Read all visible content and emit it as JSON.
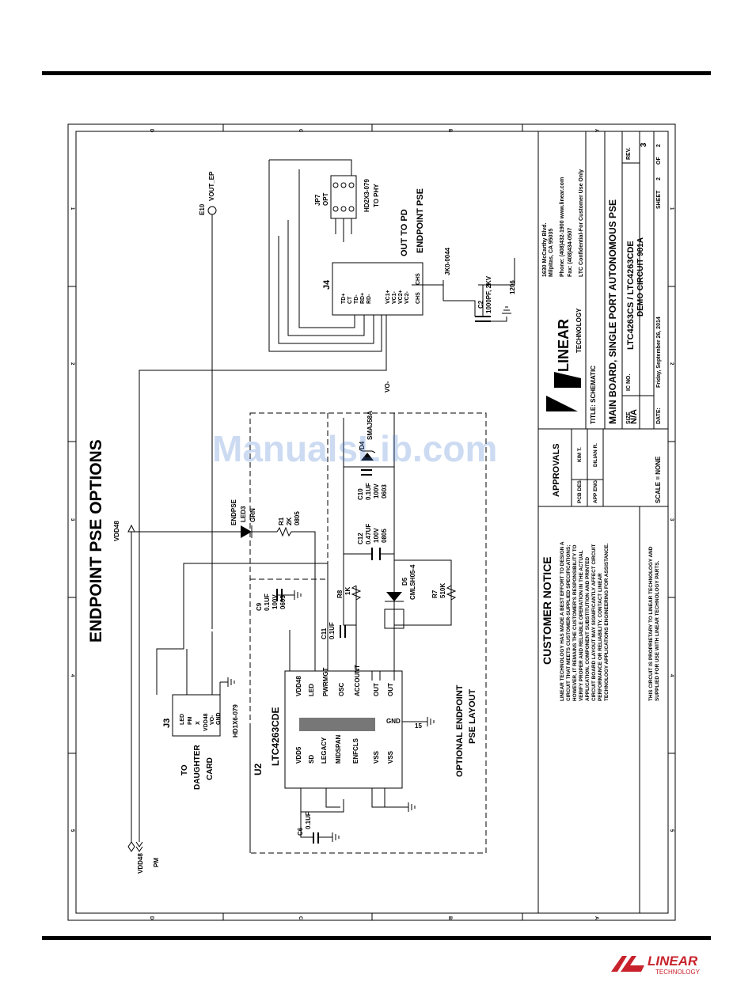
{
  "watermark": "ManualsLib.com",
  "sheet": {
    "title": "ENDPOINT PSE OPTIONS",
    "zone_rows": [
      "D",
      "C",
      "B",
      "A"
    ],
    "zone_cols": [
      "1",
      "2",
      "3",
      "4",
      "5"
    ]
  },
  "parts": {
    "u2_ref": "U2",
    "u2_part": "LTC4263CDE",
    "u2_pins_left": [
      "VDD5",
      "SD",
      "LEGACY",
      "MIDSPAN",
      "ENFCLS",
      "VSS",
      "VSS"
    ],
    "u2_pins_right": [
      "VDD48",
      "LED",
      "PWRMGT",
      "OSC",
      "ACCOUNT",
      "OUT",
      "OUT"
    ],
    "u2_gnd": "GND",
    "u2_pin15": "15",
    "j3_ref": "J3",
    "j3_part": "HD1X6-079",
    "j3_pins": [
      "LED",
      "PM",
      "X",
      "VDD48",
      "VO-",
      "GND"
    ],
    "j4_ref": "J4",
    "j4_part": "JK0-0044",
    "j4_pins": [
      "TD+",
      "CT",
      "TD-",
      "RD+",
      "RD-",
      "VC1+",
      "VC1-",
      "VC2+",
      "VC2-",
      "CHS",
      "CHS"
    ],
    "jp7_ref": "JP7",
    "jp7_opt": "OPT",
    "jp7_part": "HD2X3-079",
    "jp7_note": "TO PHY",
    "c2": [
      "C2",
      "1000PF, 2KV",
      "1206"
    ],
    "c6": [
      "C6",
      "0.1UF"
    ],
    "c9": [
      "C9",
      "0.1UF",
      "100V",
      "0603"
    ],
    "c10": [
      "C10",
      "0.1UF",
      "100V",
      "0603"
    ],
    "c11": [
      "C11",
      "0.1UF"
    ],
    "c12": [
      "C12",
      "0.47UF",
      "100V",
      "0805"
    ],
    "d4": [
      "D4",
      "SMAJ58A"
    ],
    "d5": [
      "D5",
      "CMLSH05-4"
    ],
    "r1": [
      "R1",
      "2K",
      "0805"
    ],
    "r7": [
      "R7",
      "510K"
    ],
    "r8": [
      "R8",
      "1K"
    ],
    "led3": [
      "ENDPSE",
      "LED3",
      "GRN"
    ],
    "e10": [
      "E10",
      "VOUT_EP"
    ],
    "nets": {
      "vdd48": "VDD48",
      "pm": "PM",
      "vo": "VO-"
    },
    "notes": {
      "daughter": [
        "TO",
        "DAUGHTER",
        "CARD"
      ],
      "optional": [
        "OPTIONAL ENDPOINT",
        "PSE LAYOUT"
      ],
      "out_to_pd": [
        "OUT TO PD",
        "ENDPOINT PSE"
      ]
    }
  },
  "notice": {
    "title": "CUSTOMER NOTICE",
    "body": [
      "LINEAR TECHNOLOGY HAS MADE A BEST EFFORT TO DESIGN A",
      "CIRCUIT THAT MEETS CUSTOMER-SUPPLIED SPECIFICATIONS;",
      "HOWEVER, IT REMAINS THE CUSTOMER'S RESPONSIBILITY TO",
      "VERIFY PROPER AND RELIABLE OPERATION IN THE ACTUAL",
      "APPLICATION. COMPONENT SUBSTITUTION AND PRINTED",
      "CIRCUIT BOARD LAYOUT MAY SIGNIFICANTLY AFFECT CIRCUIT",
      "PERFORMANCE OR RELIABILITY. CONTACT LINEAR",
      "TECHNOLOGY APPLICATIONS ENGINEERING FOR ASSISTANCE."
    ],
    "footer": [
      "THIS CIRCUIT IS PROPRIETARY TO LINEAR TECHNOLOGY AND",
      "SUPPLIED FOR USE WITH LINEAR TECHNOLOGY PARTS."
    ]
  },
  "approvals": {
    "title": "APPROVALS",
    "pcb_des": "PCB DES.",
    "pcb_name": "KIM T.",
    "app_eng": "APP ENG.",
    "app_name": "DILIAN R."
  },
  "title_block": {
    "address": [
      "1630 McCarthy Blvd.",
      "Milpitas, CA 95035",
      "Phone: (408)432-1900  www.linear.com",
      "Fax: (408)434-0507",
      "LTC Confidential-For Customer Use Only"
    ],
    "brand": "LINEAR",
    "brand_sub": "TECHNOLOGY",
    "title_label": "TITLE: SCHEMATIC",
    "title": "MAIN BOARD, SINGLE PORT AUTONOMOUS PSE",
    "size_label": "SIZE",
    "size_value": "N/A",
    "ic_label": "IC NO.",
    "ic_value": "LTC4263CS / LTC4263CDE",
    "demo": "DEMO CIRCUIT 981A",
    "rev_label": "REV.",
    "rev_value": "3",
    "scale": "SCALE = NONE",
    "date_label": "DATE:",
    "date_value": "Friday, September 26, 2014",
    "sheet_label": "SHEET",
    "sheet_value": "2",
    "of_label": "OF",
    "of_value": "2"
  },
  "footer_logo": {
    "brand": "LINEAR",
    "sub": "TECHNOLOGY"
  }
}
